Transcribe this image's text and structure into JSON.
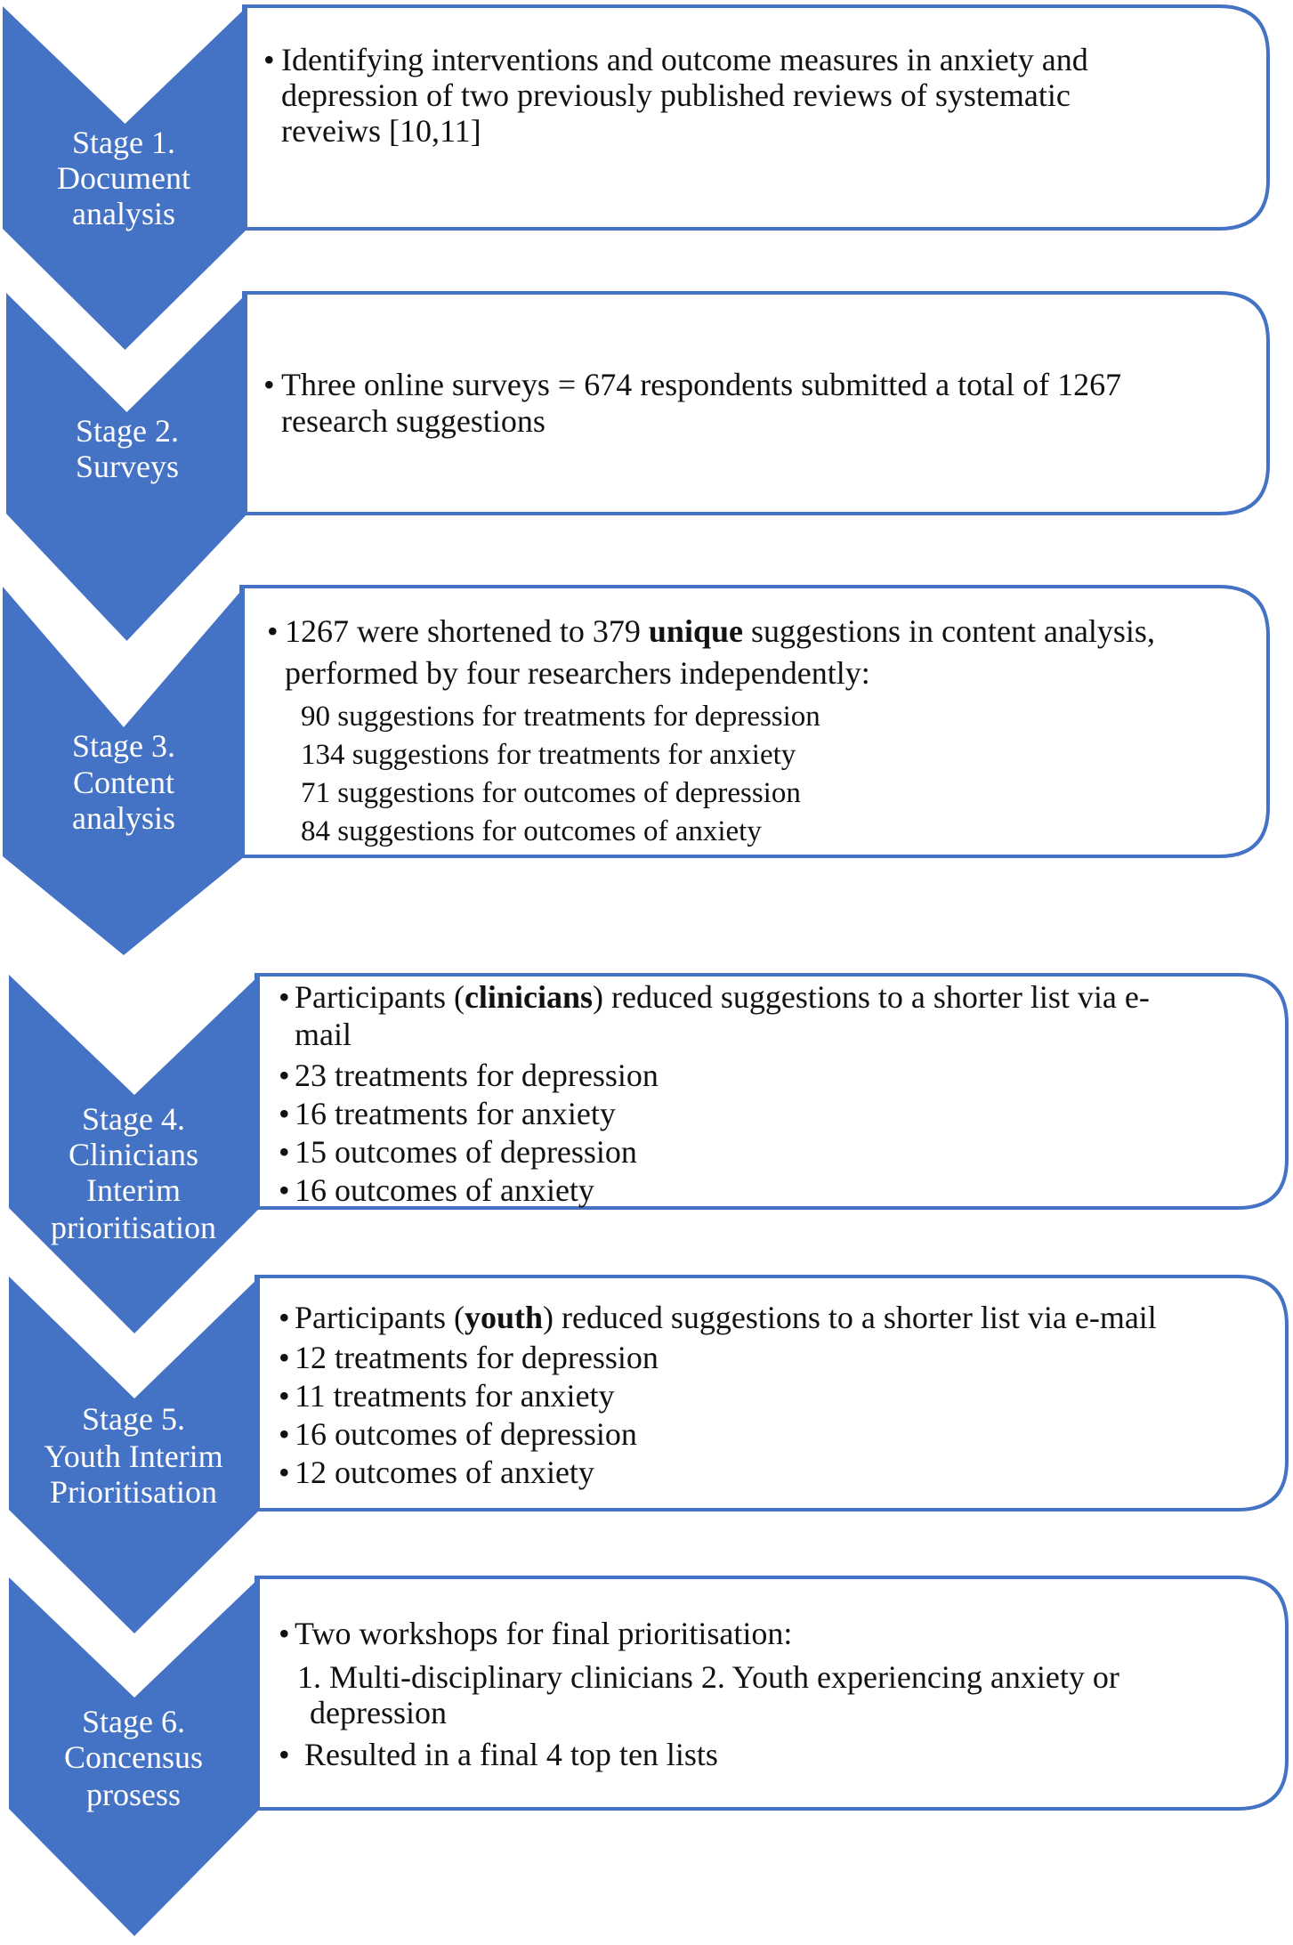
{
  "colors": {
    "accent": "#4472C4",
    "text": "#111111"
  },
  "stages": [
    {
      "label": [
        "Stage 1.",
        "Document",
        "analysis"
      ],
      "lines": [
        "Identifying interventions and outcome measures in anxiety and",
        "depression of two previously published reviews of systematic",
        "reveiws [10,11]"
      ]
    },
    {
      "label": [
        "Stage 2.",
        "Surveys"
      ],
      "lines": [
        "Three online surveys = 674 respondents submitted a total of 1267",
        "research suggestions"
      ]
    },
    {
      "label": [
        "Stage 3.",
        "Content",
        "analysis"
      ],
      "l1a": "1267 were shortened to 379 ",
      "l1b": "unique",
      "l1c": " suggestions in content analysis,",
      "l2": "performed by four researchers independently:",
      "sub": [
        "90 suggestions for treatments for depression",
        "134 suggestions for treatments for anxiety",
        "71 suggestions for outcomes of depression",
        "84 suggestions for outcomes of anxiety"
      ]
    },
    {
      "label": [
        "Stage 4.",
        "Clinicians",
        "Interim",
        "prioritisation"
      ],
      "l1a": "Participants (",
      "l1b": "clinicians",
      "l1c": ") reduced suggestions to a shorter list via e-",
      "l2": "mail",
      "items": [
        "23 treatments for depression",
        "16 treatments for anxiety",
        "15 outcomes of depression",
        "16 outcomes of anxiety"
      ]
    },
    {
      "label": [
        "Stage 5.",
        "Youth Interim",
        "Prioritisation"
      ],
      "l1a": "Participants (",
      "l1b": "youth",
      "l1c": ") reduced suggestions to a shorter list via e-mail",
      "items": [
        "12 treatments for depression",
        "11 treatments for anxiety",
        "16 outcomes of depression",
        "12 outcomes of anxiety"
      ]
    },
    {
      "label": [
        "Stage 6.",
        "Concensus",
        "prosess"
      ],
      "l1": "Two workshops for final prioritisation:",
      "l2": "1. Multi-disciplinary clinicians 2. Youth experiencing anxiety or",
      "l3": "depression",
      "l4": "Resulted in a final 4 top ten lists"
    }
  ]
}
